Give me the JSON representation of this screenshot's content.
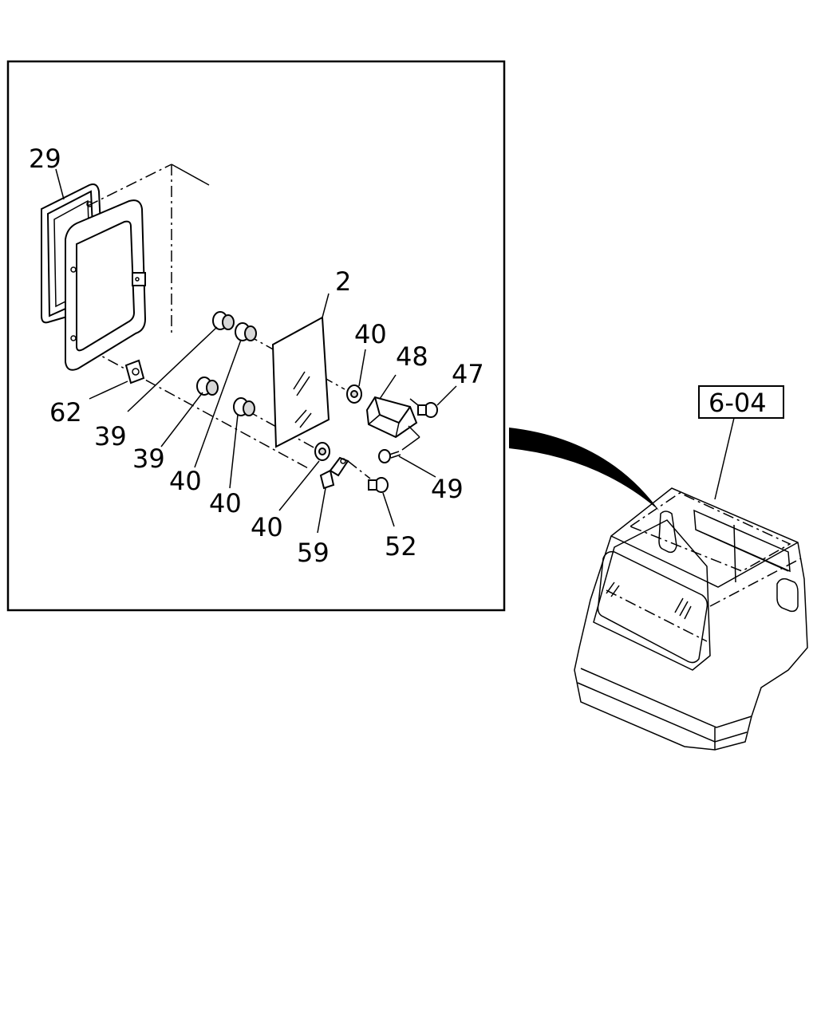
{
  "labels": {
    "p29": "29",
    "p2": "2",
    "p40_top": "40",
    "p48": "48",
    "p47": "47",
    "p62": "62",
    "p39_a": "39",
    "p39_b": "39",
    "p40_a": "40",
    "p40_b": "40",
    "p40_c": "40",
    "p59": "59",
    "p52": "52",
    "p49": "49",
    "ref_box": "6-04"
  }
}
